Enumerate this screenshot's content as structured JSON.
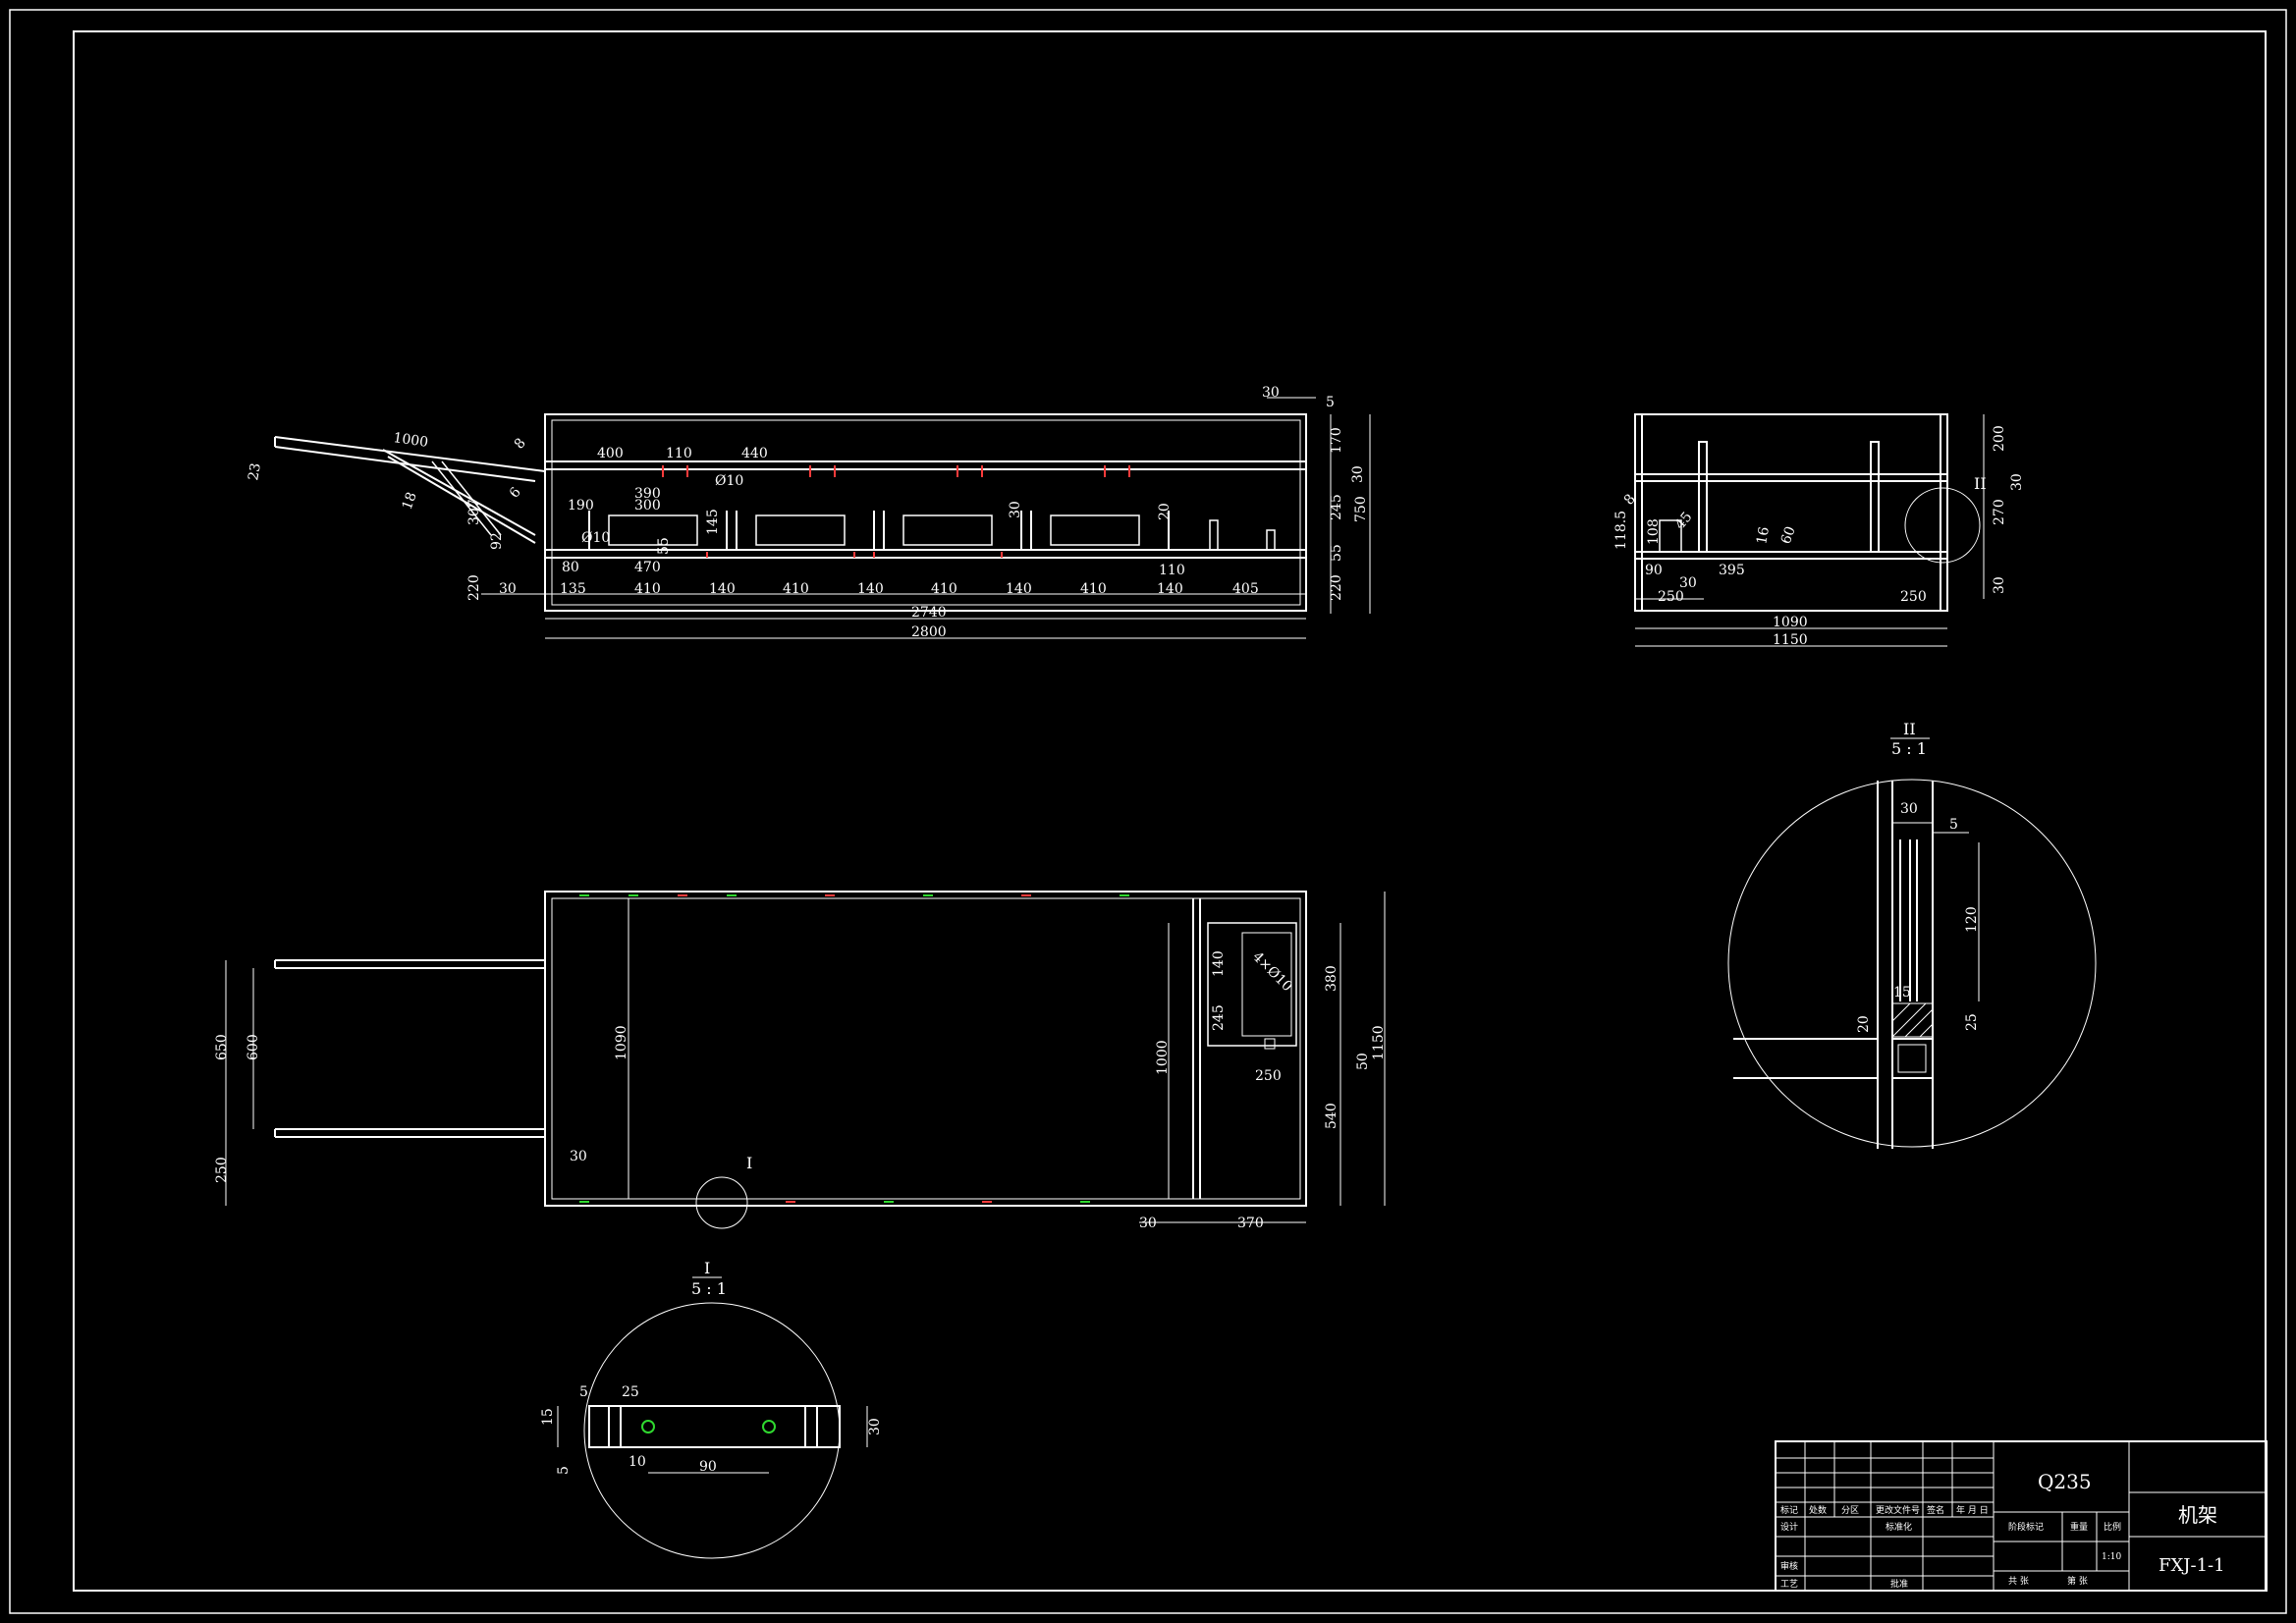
{
  "colors": {
    "background": "#000000",
    "line": "#ffffff",
    "accent_red": "#ff3b3b",
    "accent_green": "#2fd82f"
  },
  "front_view": {
    "dims": {
      "d1000": "1000",
      "d23": "23",
      "d18": "18",
      "d307": "307",
      "d92": "92",
      "d220a": "220",
      "d30a": "30",
      "d8a": "8",
      "d6a": "6",
      "d400": "400",
      "d110": "110",
      "d440": "440",
      "d10a": "Ø10",
      "d10b": "Ø10",
      "d390": "390",
      "d300": "300",
      "d190": "190",
      "d145": "145",
      "d55a": "55",
      "d80": "80",
      "d470": "470",
      "d30b": "30",
      "d20a": "20",
      "d110b": "110",
      "d135": "135",
      "d410a": "410",
      "d140a": "140",
      "d410b": "410",
      "d140b": "140",
      "d410c": "410",
      "d140c": "140",
      "d410d": "410",
      "d140d": "140",
      "d405": "405",
      "d2740": "2740",
      "d2800": "2800",
      "d30top": "30",
      "d5top": "5",
      "d170": "170",
      "d30r": "30",
      "d245": "245",
      "d55r": "55",
      "d220r": "220",
      "d750": "750"
    }
  },
  "side_view": {
    "dims": {
      "d118": "118.5",
      "d8": "8",
      "d108": "108",
      "d45": "45",
      "d90": "90",
      "d30a": "30",
      "d250a": "250",
      "d395": "395",
      "d16": "16",
      "d60": "60",
      "d250b": "250",
      "d200": "200",
      "d30b": "30",
      "d270": "270",
      "d30c": "30",
      "d1090": "1090",
      "d1150": "1150",
      "callout": "II"
    }
  },
  "top_view": {
    "dims": {
      "d650": "650",
      "d600": "600",
      "d250": "250",
      "d1090": "1090",
      "d30a": "30",
      "d140": "140",
      "d4phi": "4×Ø10",
      "d245": "245",
      "d250b": "250",
      "d1000": "1000",
      "d380": "380",
      "d540": "540",
      "d50": "50",
      "d1150": "1150",
      "d30b": "30",
      "d370": "370",
      "callout": "I"
    }
  },
  "detail_1": {
    "label": "I",
    "scale": "5 : 1",
    "dims": {
      "d15": "15",
      "d5a": "5",
      "d25": "25",
      "d5b": "5",
      "d10": "10",
      "d90": "90",
      "d30": "30"
    }
  },
  "detail_2": {
    "label": "II",
    "scale": "5 : 1",
    "dims": {
      "d30": "30",
      "d5": "5",
      "d120": "120",
      "d15": "15",
      "d20": "20",
      "d25": "25"
    }
  },
  "title_block": {
    "material": "Q235",
    "name": "机架",
    "code": "FXJ-1-1",
    "scale": "1:10",
    "row_labels": [
      "标记",
      "处数",
      "分区",
      "更改文件号",
      "签名",
      "年 月 日"
    ],
    "design": "设计",
    "standard": "标准化",
    "stage": "阶段标记",
    "weight": "重量",
    "ratio": "比例",
    "review": "审核",
    "process": "工艺",
    "approve": "批准",
    "sheets_total": "共 张",
    "sheet_no": "第 张"
  }
}
